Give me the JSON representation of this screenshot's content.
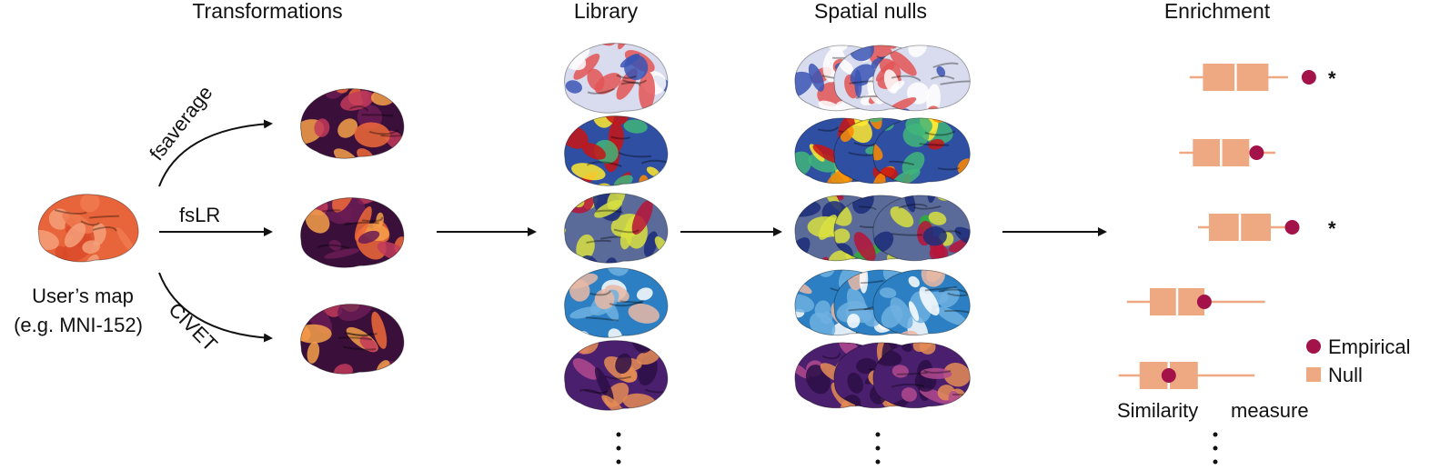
{
  "titles": {
    "transformations": "Transformations",
    "library": "Library",
    "spatial_nulls": "Spatial nulls",
    "enrichment": "Enrichment"
  },
  "input": {
    "line1": "User’s map",
    "line2": "(e.g. MNI-152)"
  },
  "spaces": [
    "fsaverage",
    "fsLR",
    "CIVET"
  ],
  "library_maps": [
    {
      "name": "red-white-blue-map",
      "base": "#d9dcef",
      "palette": [
        "#ffffff",
        "#e25555",
        "#3a55b4"
      ]
    },
    {
      "name": "jet-map-1",
      "base": "#2f4fa3",
      "palette": [
        "#c81414",
        "#ff8a00",
        "#ffe830",
        "#3fb57a"
      ]
    },
    {
      "name": "jet-map-2",
      "base": "#5a6b9a",
      "palette": [
        "#2fae3a",
        "#1c2d7a",
        "#d8e040",
        "#b8143a"
      ]
    },
    {
      "name": "blue-white-map",
      "base": "#2c7fc2",
      "palette": [
        "#ffffff",
        "#6fb0e0",
        "#e9b8a5"
      ]
    },
    {
      "name": "magma-map",
      "base": "#4a1f6e",
      "palette": [
        "#e48c55",
        "#b14a8f",
        "#2b0f46"
      ]
    }
  ],
  "enrichment": {
    "rows": [
      {
        "empirical": 0.93,
        "significant": true
      },
      {
        "empirical": 0.68,
        "significant": false
      },
      {
        "empirical": 0.85,
        "significant": true
      },
      {
        "empirical": 0.43,
        "significant": false
      },
      {
        "empirical": 0.26,
        "significant": false
      }
    ],
    "significance_marker": "*",
    "legend": {
      "empirical_label": "Empirical",
      "null_label": "Null",
      "empirical_color": "#a3134a",
      "null_color": "#eea882"
    },
    "axis_label_1": "Similarity",
    "axis_label_2": "measure"
  },
  "colors": {
    "arrow": "#111111",
    "inferno_base": "#3a0f3a",
    "inferno_hot": "#f06a3a",
    "user_map_base": "#e8643a"
  }
}
